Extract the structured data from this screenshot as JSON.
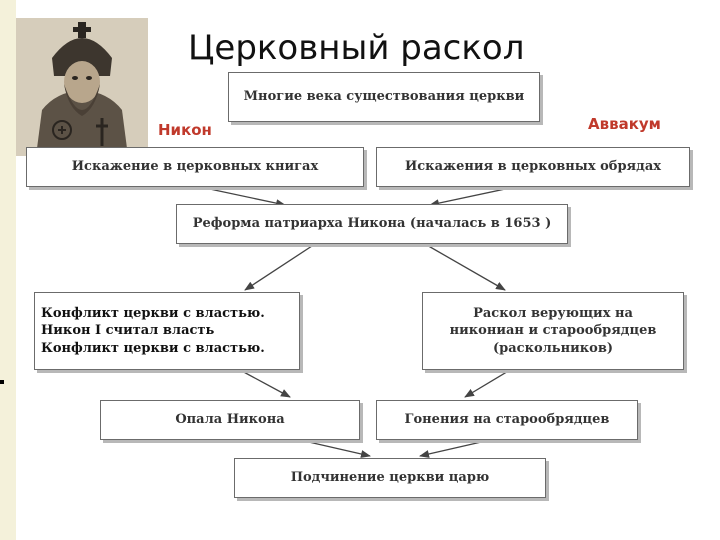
{
  "title": "Церковный раскол",
  "labels": {
    "left_person": "Никон",
    "right_person": "Аввакум"
  },
  "colors": {
    "person_label": "#c0392b",
    "box_border": "#6b6b6b",
    "arrow": "#444444"
  },
  "diagram": {
    "top": "Многие века существования церкви",
    "left_cause": "Искажение в церковных книгах",
    "right_cause": "Искажения в церковных обрядах",
    "reform": "Реформа патриарха Никона (началась в 1653 )",
    "conflict": [
      "Конфликт церкви с властью.",
      "Никон I считал власть",
      "Конфликт церкви с властью."
    ],
    "schism": [
      "Раскол верующих на",
      "никониан и старообрядцев",
      "(раскольников)"
    ],
    "disgrace": "Опала Никона",
    "persecution": "Гонения на старообрядцев",
    "result": "Подчинение церкви царю"
  }
}
